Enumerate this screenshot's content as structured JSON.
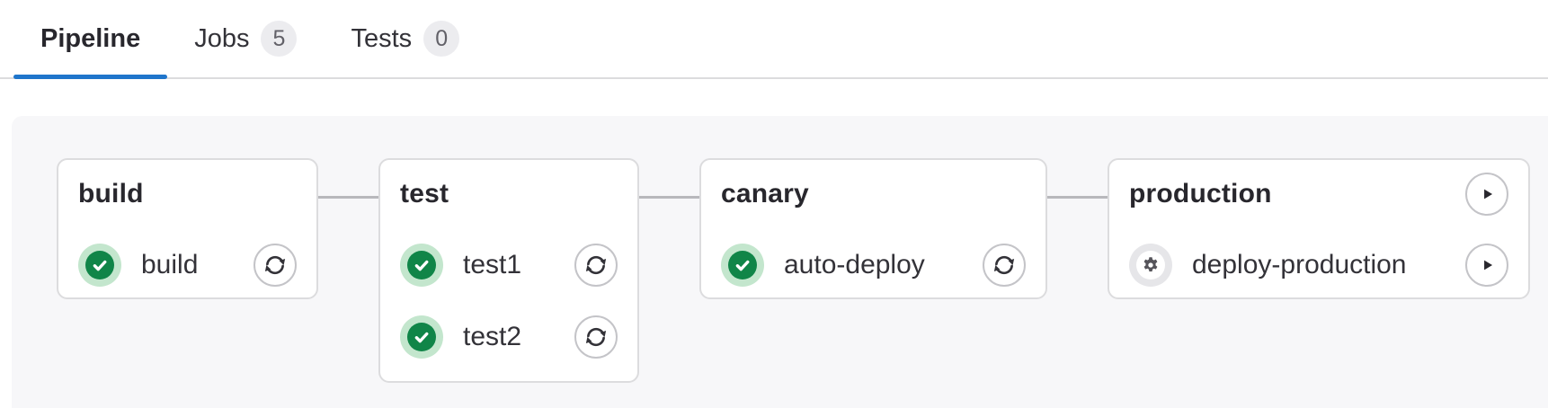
{
  "tabs": {
    "items": [
      {
        "label": "Pipeline",
        "active": true
      },
      {
        "label": "Jobs",
        "badge": "5",
        "active": false
      },
      {
        "label": "Tests",
        "badge": "0",
        "active": false
      }
    ]
  },
  "pipeline": {
    "stages": [
      {
        "name": "build",
        "jobs": [
          {
            "name": "build",
            "status": "success",
            "action": "retry"
          }
        ]
      },
      {
        "name": "test",
        "jobs": [
          {
            "name": "test1",
            "status": "success",
            "action": "retry"
          },
          {
            "name": "test2",
            "status": "success",
            "action": "retry"
          }
        ]
      },
      {
        "name": "canary",
        "jobs": [
          {
            "name": "auto-deploy",
            "status": "success",
            "action": "retry"
          }
        ]
      },
      {
        "name": "production",
        "header_action": "play",
        "jobs": [
          {
            "name": "deploy-production",
            "status": "manual",
            "action": "play"
          }
        ]
      }
    ]
  },
  "colors": {
    "accent_blue": "#1f75cb",
    "success_green": "#108548",
    "success_ring": "#c3e6cd",
    "manual_ring": "#e6e6e9",
    "card_border": "#dcdcde",
    "graph_background": "#f7f7f9",
    "connector_gray": "#b8b8bc",
    "badge_background": "#ececef",
    "badge_text": "#626168",
    "text_dark": "#28272d"
  }
}
